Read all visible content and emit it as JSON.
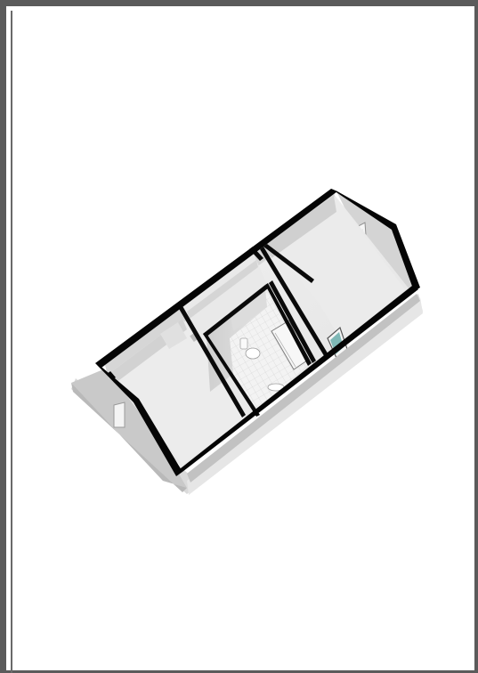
{
  "document": {
    "type": "3d-floorplan",
    "view": "isometric",
    "level": "attic"
  },
  "colors": {
    "frame": "#5b5b5b",
    "wall_cut": "#0a0a0a",
    "floor": "#eeeeee",
    "wall_inner": "#d9d9d9",
    "roof_side": "#c8c8c8",
    "base": "#e2e2e2",
    "window_glass": "#7fb8b6"
  },
  "rooms": [
    {
      "id": "room-left",
      "kind": "room"
    },
    {
      "id": "landing",
      "kind": "hall"
    },
    {
      "id": "bathroom",
      "kind": "bathroom"
    },
    {
      "id": "room-right",
      "kind": "room"
    }
  ],
  "fixtures": [
    {
      "id": "toilet",
      "room": "bathroom"
    },
    {
      "id": "shower",
      "room": "bathroom"
    },
    {
      "id": "sink",
      "room": "bathroom"
    }
  ],
  "windows": [
    {
      "id": "gable-window-left"
    },
    {
      "id": "gable-window-right"
    },
    {
      "id": "roof-window"
    }
  ]
}
